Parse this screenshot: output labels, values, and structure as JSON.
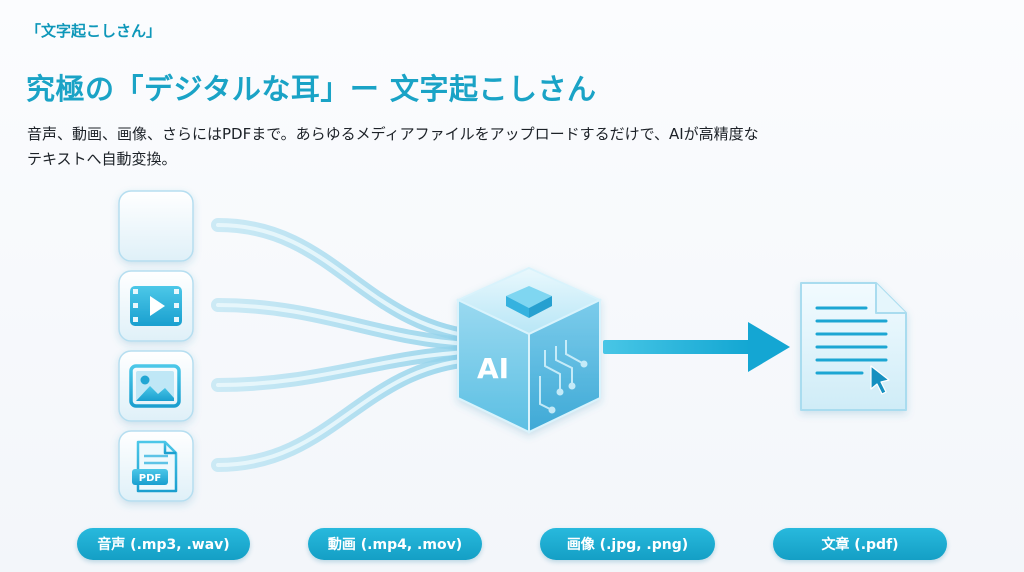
{
  "brand": "「文字起こしさん」",
  "headline": "究極の「デジタルな耳」ー 文字起こしさん",
  "description": {
    "line1": "音声、動画、画像、さらにはPDFまで。あらゆるメディアファイルをアップロードするだけで、AIが高精度な",
    "line2": "テキストへ自動変換。"
  },
  "inputs": [
    {
      "icon": "audio-waveform-icon"
    },
    {
      "icon": "video-play-icon"
    },
    {
      "icon": "image-icon"
    },
    {
      "icon": "pdf-file-icon",
      "badge": "PDF"
    }
  ],
  "ai_cube": {
    "label": "AI"
  },
  "output": {
    "icon": "text-document-icon"
  },
  "labels": {
    "audio": "音声 (.mp3, .wav)",
    "video": "動画 (.mp4, .mov)",
    "image": "画像 (.jpg, .png)",
    "document": "文章 (.pdf)"
  },
  "colors": {
    "accent": "#1aa3c6",
    "pill": "#1aa3c6",
    "arrow": "#18b1d6",
    "flow": "#9fd8ee"
  }
}
